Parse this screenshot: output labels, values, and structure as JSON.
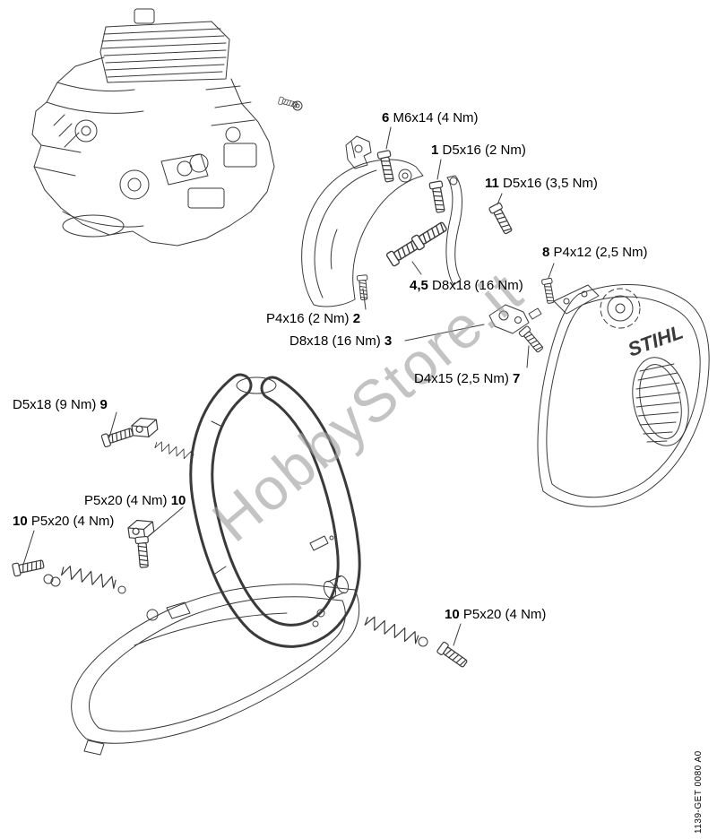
{
  "page": {
    "watermark": "HobbyStore.it",
    "doc_number": "1139-GET 0080 A0",
    "brand_logo": "STIHL"
  },
  "colors": {
    "line": "#3a3a3a",
    "text": "#000000",
    "watermark": "#9e9e9e"
  },
  "labels": [
    {
      "num": "6",
      "spec": "M6x14 (4 Nm)"
    },
    {
      "num": "1",
      "spec": "D5x16 (2 Nm)"
    },
    {
      "num": "11",
      "spec": "D5x16 (3,5 Nm)"
    },
    {
      "num": "8",
      "spec": "P4x12 (2,5 Nm)"
    },
    {
      "num": "4,5",
      "spec": "D8x18 (16 Nm)"
    },
    {
      "num": "2",
      "spec": "P4x16 (2 Nm)"
    },
    {
      "num": "3",
      "spec": "D8x18 (16 Nm)"
    },
    {
      "num": "7",
      "spec": "D4x15 (2,5 Nm)"
    },
    {
      "num": "9",
      "spec": "D5x18 (9 Nm)"
    },
    {
      "num": "10",
      "spec": "P5x20 (4 Nm)"
    },
    {
      "num": "10",
      "spec": "P5x20 (4 Nm)"
    },
    {
      "num": "10",
      "spec": "P5x20 (4 Nm)"
    }
  ]
}
